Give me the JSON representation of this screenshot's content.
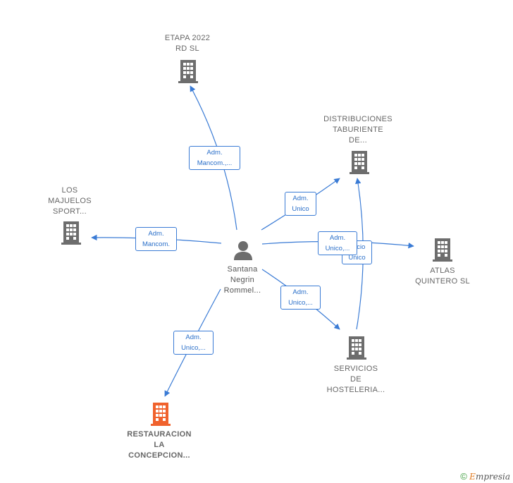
{
  "center": {
    "lines": [
      "Santana",
      "Negrin",
      "Rommel..."
    ]
  },
  "nodes": [
    {
      "id": "etapa",
      "lines": [
        "ETAPA 2022",
        "RD  SL"
      ]
    },
    {
      "id": "distribuciones",
      "lines": [
        "DISTRIBUCIONES",
        "TABURIENTE",
        "DE..."
      ]
    },
    {
      "id": "majuelos",
      "lines": [
        "LOS",
        "MAJUELOS",
        "SPORT..."
      ]
    },
    {
      "id": "atlas",
      "lines": [
        "ATLAS",
        "QUINTERO  SL"
      ]
    },
    {
      "id": "servicios",
      "lines": [
        "SERVICIOS",
        "DE",
        "HOSTELERIA..."
      ]
    },
    {
      "id": "restauracion",
      "lines": [
        "RESTAURACION",
        "LA",
        "CONCEPCION..."
      ]
    }
  ],
  "edges": [
    {
      "to": "etapa",
      "lines": [
        "Adm.",
        "Mancom.,..."
      ]
    },
    {
      "to": "distribuciones",
      "lines": [
        "Adm.",
        "Unico"
      ]
    },
    {
      "to": "majuelos",
      "lines": [
        "Adm.",
        "Mancom."
      ]
    },
    {
      "to": "atlas",
      "lines": [
        "Adm.",
        "Unico,..."
      ]
    },
    {
      "to": "servicios",
      "lines": [
        "Adm.",
        "Unico,..."
      ]
    },
    {
      "to": "restauracion",
      "lines": [
        "Adm.",
        "Unico,..."
      ]
    },
    {
      "to": "distribuciones",
      "from": "servicios",
      "lines": [
        "Socio",
        "Único"
      ]
    }
  ],
  "colors": {
    "edge": "#3a7bd5",
    "building": "#6d6d6d",
    "highlight": "#f0622d",
    "person": "#6d6d6d"
  },
  "icons": {
    "node": "building-icon",
    "center": "person-icon"
  },
  "brand": {
    "symbol": "©",
    "initial": "E",
    "rest": "mpresia"
  }
}
